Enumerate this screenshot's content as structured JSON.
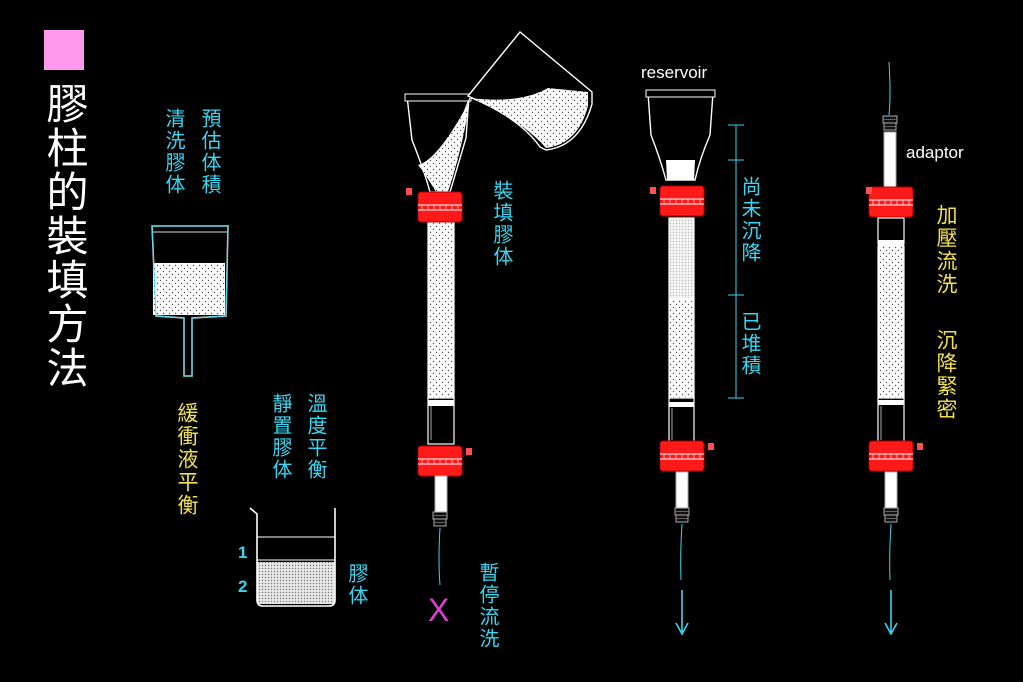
{
  "title": "膠柱的裝填方法",
  "colors": {
    "background": "#000000",
    "bullet": "#ff99ee",
    "cyan_text": "#38d6f0",
    "yellow_text": "#f1e24a",
    "clamp": "#ff1a1a",
    "marker": "#e040d0"
  },
  "labels": {
    "wash_gel": "清洗膠体",
    "estimate_volume": "預估体積",
    "buffer_equilibrium": "緩衝液平衡",
    "temp_equilibrium": "溫度平衡",
    "settle_gel": "靜置膠体",
    "gel": "膠体",
    "pack_gel": "裝填膠体",
    "pause_flow": "暫停流洗",
    "not_settled": "尚未沉降",
    "settled": "已堆積",
    "pressure_wash": "加壓流洗",
    "settle_tight": "沉降緊密",
    "reservoir": "reservoir",
    "adaptor": "adaptor",
    "layer_1": "1",
    "layer_2": "2",
    "stop_mark": "X"
  }
}
